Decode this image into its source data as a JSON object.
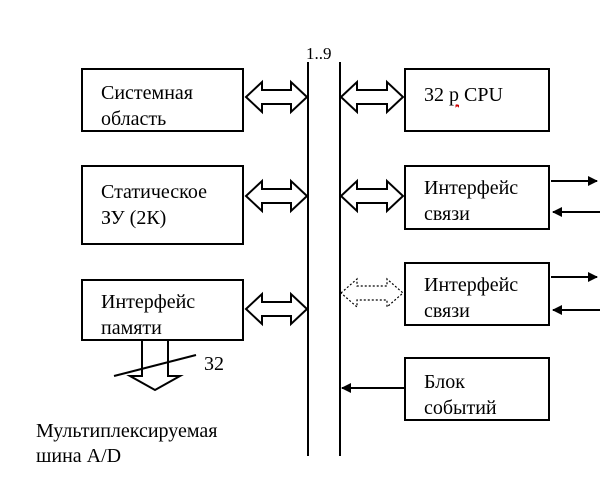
{
  "bus": {
    "label": "1..9"
  },
  "blocks": {
    "system_area": "Системная\nобласть",
    "static_ram": "Статическое\nЗУ (2К)",
    "memory_interface": "Интерфейс\nпамяти",
    "cpu": {
      "prefix": "32 ",
      "marked": "р",
      "suffix": " CPU"
    },
    "comm_interface_1": "Интерфейс\nсвязи",
    "comm_interface_2": "Интерфейс\nсвязи",
    "event_block": "Блок\nсобытий"
  },
  "memory_bus_width": "32",
  "mux_bus_label": "Мультиплексируемая\nшина A/D"
}
